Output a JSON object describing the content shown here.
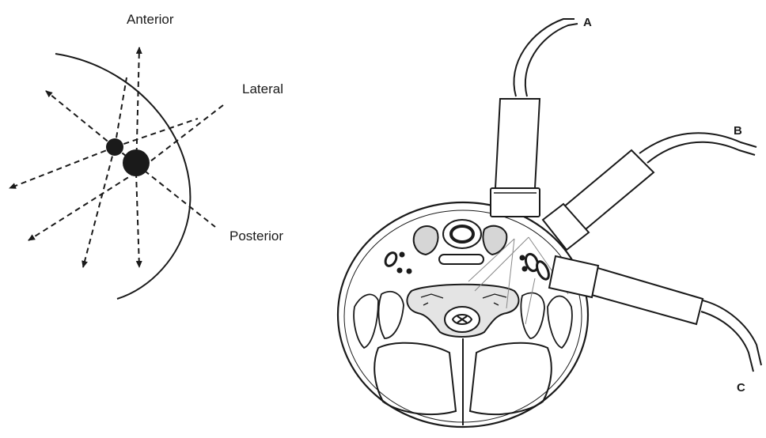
{
  "orientation": {
    "anterior": "Anterior",
    "lateral": "Lateral",
    "posterior": "Posterior"
  },
  "probes": {
    "a": "A",
    "b": "B",
    "c": "C"
  },
  "colors": {
    "ink": "#1a1a1a",
    "fill": "#ffffff",
    "gray": "#888888"
  }
}
